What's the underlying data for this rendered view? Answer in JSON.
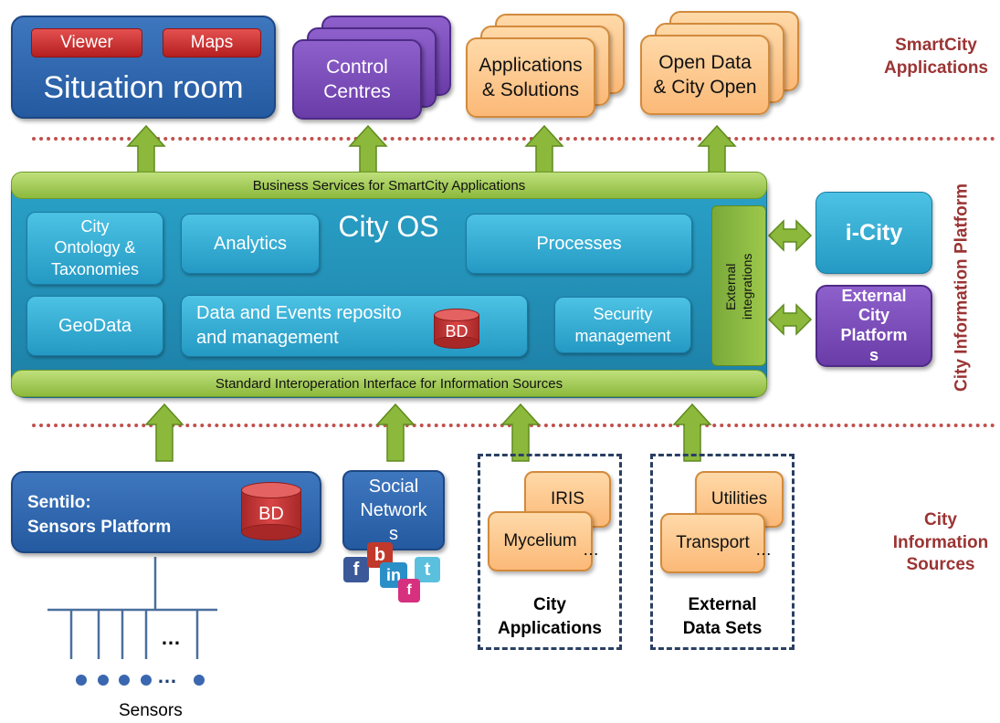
{
  "top": {
    "situation_room": {
      "title": "Situation room",
      "viewer": "Viewer",
      "maps": "Maps"
    },
    "control_centres": "Control\nCentres",
    "applications": "Applications\n& Solutions",
    "open_data": "Open Data\n& City Open"
  },
  "labels": {
    "smartcity_apps": "SmartCity\nApplications",
    "city_info_platform": "City Information Platform",
    "city_info_sources": "City\nInformation\nSources"
  },
  "platform": {
    "business_services": "Business Services for SmartCity Applications",
    "city_os": "City OS",
    "ontology": "City\nOntology &\nTaxonomies",
    "analytics": "Analytics",
    "processes": "Processes",
    "geodata": "GeoData",
    "data_events": "Data and Events reposito\nand management",
    "bd": "BD",
    "security": "Security\nmanagement",
    "external_integrations": "External\nintegrations",
    "standard_interface": "Standard Interoperation Interface for Information Sources"
  },
  "right": {
    "icity": "i-City",
    "external_platforms": "External\nCity\nPlatform\ns"
  },
  "bottom": {
    "sentilo": "Sentilo:\nSensors Platform",
    "sentilo_bd": "BD",
    "social": "Social\nNetwork\ns",
    "iris": "IRIS",
    "mycelium": "Mycelium",
    "city_apps_ellipsis": "…",
    "city_apps_label": "City\nApplications",
    "utilities": "Utilities",
    "transport": "Transport",
    "ext_ellipsis": "…",
    "ext_label": "External\nData Sets",
    "sensors_ellipsis": "…",
    "sensors_dots_ellipsis": "…",
    "sensors_label": "Sensors"
  },
  "social_icons": [
    "f",
    "b",
    "in",
    "t",
    "f"
  ],
  "colors": {
    "green": "#8cb93c",
    "blue": "#2b63ad",
    "purple": "#7a4bb8",
    "orange": "#fbc58a",
    "cyan": "#35b0d8",
    "label_red": "#9b3434"
  }
}
